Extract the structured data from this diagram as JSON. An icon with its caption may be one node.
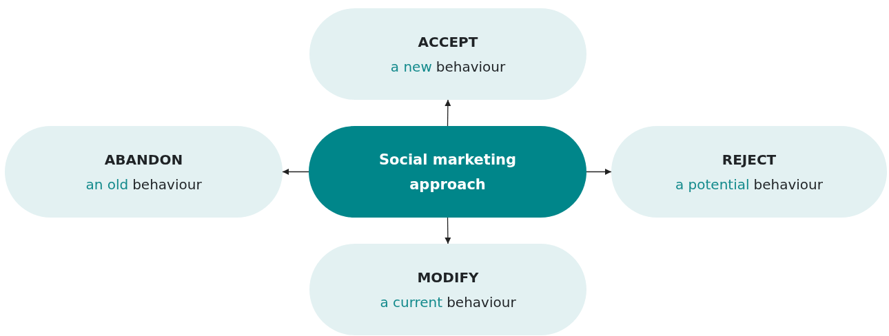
{
  "diagram": {
    "nodes": [
      {
        "text": [
          "Social marketing approach"
        ]
      },
      {
        "text": [
          "ACCEPT",
          "a new",
          "behaviour"
        ]
      },
      {
        "text": [
          "ABANDON",
          "an old",
          "behaviour"
        ]
      },
      {
        "text": [
          "REJECT",
          "a potential",
          "behaviour"
        ]
      },
      {
        "text": [
          "MODIFY",
          "a current",
          "behaviour"
        ]
      }
    ],
    "edges": [
      {
        "from": 0,
        "to": 1,
        "arrow": "to"
      },
      {
        "from": 0,
        "to": 2,
        "arrow": "to"
      },
      {
        "from": 0,
        "to": 3,
        "arrow": "to"
      },
      {
        "from": 0,
        "to": 4,
        "arrow": "to"
      }
    ]
  }
}
